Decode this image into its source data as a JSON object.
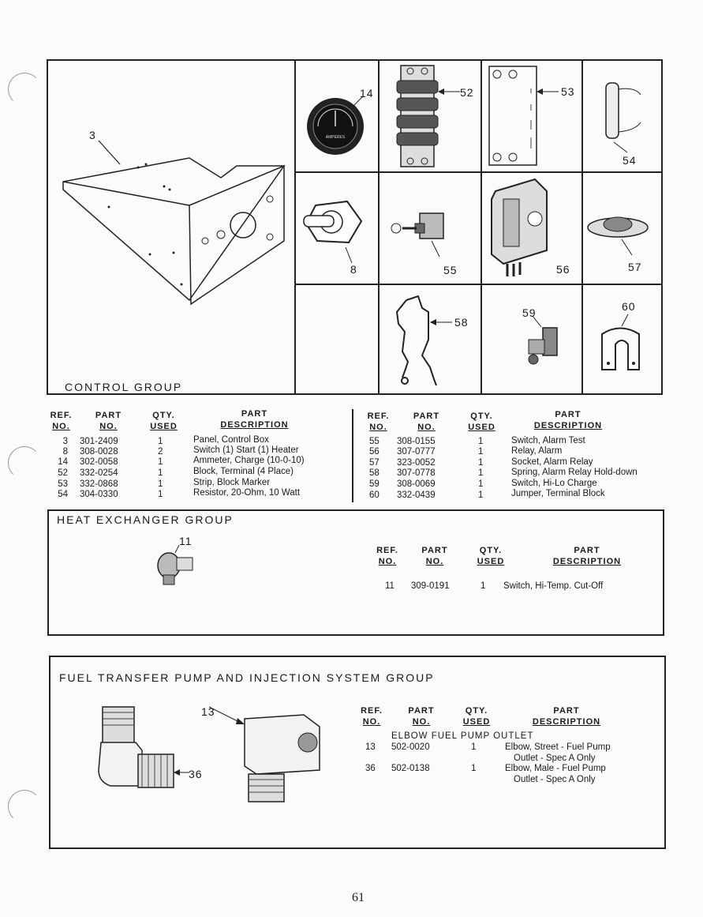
{
  "control_group": {
    "title": "CONTROL GROUP",
    "callouts": [
      "3",
      "14",
      "52",
      "53",
      "54",
      "8",
      "55",
      "56",
      "57",
      "58",
      "59",
      "60"
    ],
    "headers": {
      "ref": [
        "REF.",
        "NO."
      ],
      "part": [
        "PART",
        "NO."
      ],
      "qty": [
        "QTY.",
        "USED"
      ],
      "desc": [
        "PART",
        "DESCRIPTION"
      ]
    },
    "left_rows": [
      {
        "ref": "3",
        "part": "301-2409",
        "qty": "1",
        "desc": "Panel, Control Box"
      },
      {
        "ref": "8",
        "part": "308-0028",
        "qty": "2",
        "desc": "Switch (1) Start (1) Heater"
      },
      {
        "ref": "14",
        "part": "302-0058",
        "qty": "1",
        "desc": "Ammeter, Charge (10-0-10)"
      },
      {
        "ref": "52",
        "part": "332-0254",
        "qty": "1",
        "desc": "Block, Terminal (4 Place)"
      },
      {
        "ref": "53",
        "part": "332-0868",
        "qty": "1",
        "desc": "Strip, Block Marker"
      },
      {
        "ref": "54",
        "part": "304-0330",
        "qty": "1",
        "desc": "Resistor, 20-Ohm, 10 Watt"
      }
    ],
    "right_rows": [
      {
        "ref": "55",
        "part": "308-0155",
        "qty": "1",
        "desc": "Switch, Alarm Test"
      },
      {
        "ref": "56",
        "part": "307-0777",
        "qty": "1",
        "desc": "Relay, Alarm"
      },
      {
        "ref": "57",
        "part": "323-0052",
        "qty": "1",
        "desc": "Socket, Alarm Relay"
      },
      {
        "ref": "58",
        "part": "307-0778",
        "qty": "1",
        "desc": "Spring, Alarm Relay Hold-down"
      },
      {
        "ref": "59",
        "part": "308-0069",
        "qty": "1",
        "desc": "Switch, Hi-Lo Charge"
      },
      {
        "ref": "60",
        "part": "332-0439",
        "qty": "1",
        "desc": "Jumper, Terminal Block"
      }
    ]
  },
  "heat_exchanger_group": {
    "title": "HEAT EXCHANGER GROUP",
    "callout": "11",
    "headers": {
      "ref": [
        "REF.",
        "NO."
      ],
      "part": [
        "PART",
        "NO."
      ],
      "qty": [
        "QTY.",
        "USED"
      ],
      "desc": [
        "PART",
        "DESCRIPTION"
      ]
    },
    "rows": [
      {
        "ref": "11",
        "part": "309-0191",
        "qty": "1",
        "desc": "Switch, Hi-Temp. Cut-Off"
      }
    ]
  },
  "fuel_group": {
    "title": "FUEL TRANSFER PUMP AND INJECTION SYSTEM GROUP",
    "callouts": [
      "13",
      "36"
    ],
    "headers": {
      "ref": [
        "REF.",
        "NO."
      ],
      "part": [
        "PART",
        "NO."
      ],
      "qty": [
        "QTY.",
        "USED"
      ],
      "desc": [
        "PART",
        "DESCRIPTION"
      ]
    },
    "subheading": "ELBOW FUEL PUMP OUTLET",
    "rows": [
      {
        "ref": "13",
        "part": "502-0020",
        "qty": "1",
        "desc1": "Elbow, Street - Fuel Pump",
        "desc2": "Outlet - Spec A Only"
      },
      {
        "ref": "36",
        "part": "502-0138",
        "qty": "1",
        "desc1": "Elbow, Male - Fuel Pump",
        "desc2": "Outlet - Spec A Only"
      }
    ]
  },
  "ammeter_face": "AMPERES",
  "page_number": "61"
}
